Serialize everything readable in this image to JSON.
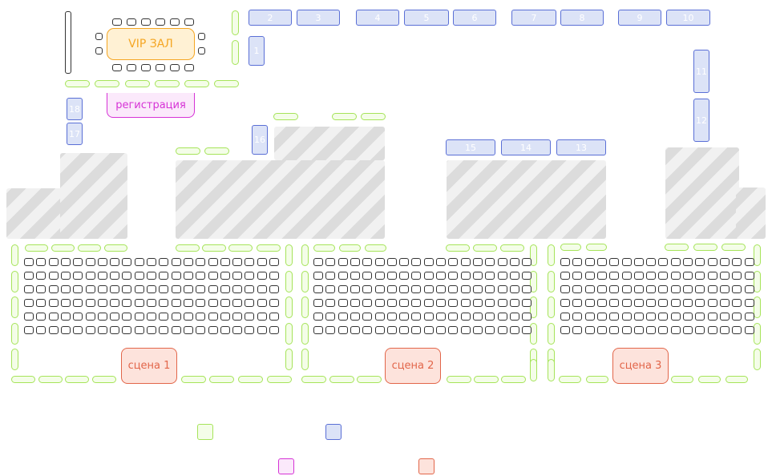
{
  "vip": {
    "label": "VIP ЗАЛ",
    "color": "#f5a623"
  },
  "registration": {
    "label": "регистрация",
    "color": "#d633d6"
  },
  "stages": [
    {
      "label": "сцена 1"
    },
    {
      "label": "сцена 2"
    },
    {
      "label": "сцена 3"
    }
  ],
  "booths": [
    {
      "number": "1"
    },
    {
      "number": "2"
    },
    {
      "number": "3"
    },
    {
      "number": "4"
    },
    {
      "number": "5"
    },
    {
      "number": "6"
    },
    {
      "number": "7"
    },
    {
      "number": "8"
    },
    {
      "number": "9"
    },
    {
      "number": "10"
    },
    {
      "number": "11"
    },
    {
      "number": "12"
    },
    {
      "number": "13"
    },
    {
      "number": "14"
    },
    {
      "number": "15"
    },
    {
      "number": "16"
    },
    {
      "number": "17"
    },
    {
      "number": "18"
    }
  ],
  "colors": {
    "green_zone": "#a6e45a",
    "blue_booth": "#5a6fd6",
    "stage": "#e2664a",
    "registration": "#d633d6",
    "restricted": "#dcdcdc"
  },
  "legend": [
    {
      "swatch": "green"
    },
    {
      "swatch": "blue"
    },
    {
      "swatch": "purple"
    },
    {
      "swatch": "orange"
    }
  ]
}
